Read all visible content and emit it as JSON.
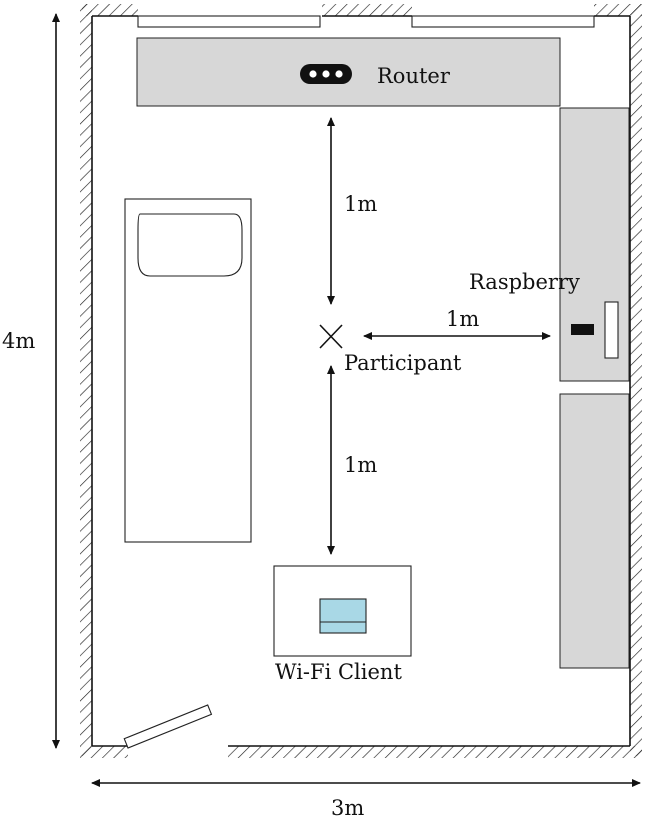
{
  "labels": {
    "router": "Router",
    "raspberry": "Raspberry",
    "participant": "Participant",
    "wifi_client": "Wi-Fi Client",
    "dist_router_participant": "1m",
    "dist_participant_raspberry": "1m",
    "dist_participant_client": "1m",
    "room_height": "4m",
    "room_width": "3m"
  },
  "colors": {
    "furniture": "#d7d7d7",
    "laptop_screen": "#a9d8e6",
    "ink": "#111111"
  },
  "icons": {
    "router": "router-icon",
    "participant": "participant-cross-icon",
    "raspberry": "raspberry-pi-icon",
    "client": "laptop-icon"
  }
}
